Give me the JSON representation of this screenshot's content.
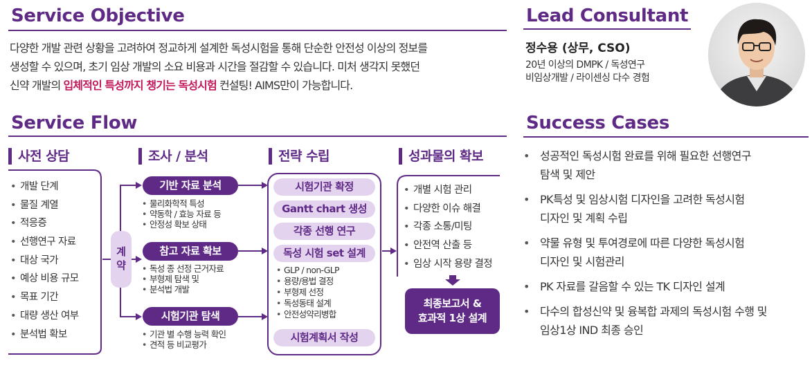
{
  "objective": {
    "title": "Service Objective",
    "line1": "다양한 개발 관련 상황을 고려하여 정교하게 설계한 독성시험을 통해 단순한 안전성 이상의 정보를",
    "line2": "생성할 수 있으며, 초기 임상 개발의 소요 비용과 시간을 절감할 수 있습니다. 미처 생각지 못했던",
    "line3_pre": "신약 개발의 ",
    "line3_highlight": "입체적인 특성까지 챙기는 독성시험",
    "line3_post": " 컨설팅! AIMS만이 가능합니다."
  },
  "consultant": {
    "title": "Lead Consultant",
    "name": "정수용 (상무, CSO)",
    "desc1": "20년 이상의 DMPK / 독성연구",
    "desc2": "비임상개발 / 라이센싱 다수 경험"
  },
  "flow": {
    "title": "Service Flow",
    "stage1": {
      "title": "사전 상담",
      "items": [
        "개발 단계",
        "물질 계열",
        "적응증",
        "선행연구 자료",
        "대상 국가",
        "예상 비용 규모",
        "목표 기간",
        "대량 생산 여부",
        "분석법 확보"
      ]
    },
    "contract_1": "계",
    "contract_2": "약",
    "stage2": {
      "title": "조사 / 분석",
      "groups": [
        {
          "label": "기반 자료 분석",
          "items": [
            "물리화학적 특성",
            "약동학 / 효능 자료 등",
            "안정성 확보 상태"
          ]
        },
        {
          "label": "참고 자료 확보",
          "items": [
            "독성 종 선정 근거자료",
            "부형제 탐색 및",
            "분석법 개발"
          ]
        },
        {
          "label": "시험기관 탐색",
          "items": [
            "기관 별 수행 능력 확인",
            "견적 등 비교평가"
          ]
        }
      ]
    },
    "stage3": {
      "title": "전략 수립",
      "pills": [
        "시험기관 확정",
        "Gantt chart 생성",
        "각종 선행 연구",
        "독성 시험 set 설계"
      ],
      "items": [
        "GLP / non-GLP",
        "용량/용법 결정",
        "부형제 선정",
        "독성동태 설계",
        "안전성약리병합"
      ],
      "last_pill": "시험계획서 작성"
    },
    "stage4": {
      "title": "성과물의 확보",
      "items": [
        "개별 시험 관리",
        "다양한 이슈 해결",
        "각종 소통/미팅",
        "안전역 산출 등",
        "임상 시작 용량 결정"
      ],
      "final_line1": "최종보고서 &",
      "final_line2": "효과적 1상 설계"
    }
  },
  "cases": {
    "title": "Success Cases",
    "items": [
      {
        "l1": "성공적인 독성시험 완료를 위해 필요한 선행연구",
        "l2": "탐색 및 제안"
      },
      {
        "l1": "PK특성 및 임상시험 디자인을 고려한 독성시험",
        "l2": "디자인 및 계획 수립"
      },
      {
        "l1": "약물 유형 및 투여경로에 따른 다양한 독성시험",
        "l2": "디자인 및 시험관리"
      },
      {
        "l1": "PK 자료를 갈음할 수 있는 TK 디자인 설계",
        "l2": ""
      },
      {
        "l1": "다수의 합성신약 및 융복합 과제의 독성시험  수행 및",
        "l2": "임상1상 IND 최종 승인"
      }
    ]
  },
  "colors": {
    "accent": "#5f2a86",
    "light_accent": "#e4d3ef",
    "highlight": "#c0185a"
  },
  "icons": [
    "portrait-photo",
    "arrow-right-icon",
    "arrow-down-icon"
  ]
}
